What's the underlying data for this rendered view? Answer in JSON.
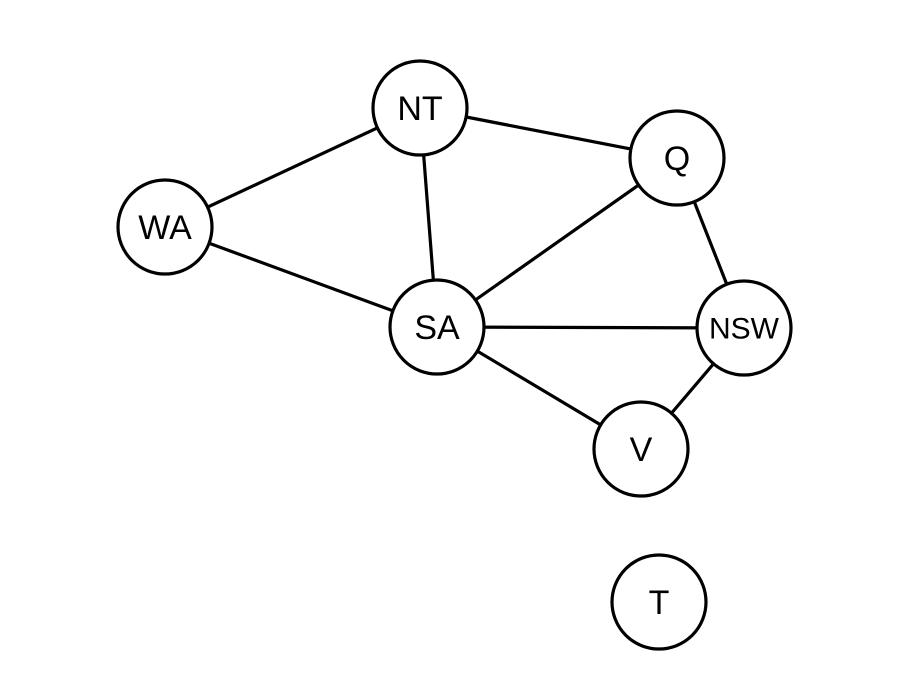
{
  "diagram": {
    "nodes": [
      {
        "id": "WA",
        "label": "WA"
      },
      {
        "id": "NT",
        "label": "NT"
      },
      {
        "id": "SA",
        "label": "SA"
      },
      {
        "id": "Q",
        "label": "Q"
      },
      {
        "id": "NSW",
        "label": "NSW"
      },
      {
        "id": "V",
        "label": "V"
      },
      {
        "id": "T",
        "label": "T"
      }
    ],
    "edges": [
      [
        "WA",
        "NT"
      ],
      [
        "WA",
        "SA"
      ],
      [
        "NT",
        "SA"
      ],
      [
        "NT",
        "Q"
      ],
      [
        "SA",
        "Q"
      ],
      [
        "SA",
        "NSW"
      ],
      [
        "SA",
        "V"
      ],
      [
        "Q",
        "NSW"
      ],
      [
        "NSW",
        "V"
      ]
    ],
    "colors": {
      "stroke": "#000000",
      "fill": "#ffffff",
      "background": "#ffffff"
    }
  }
}
